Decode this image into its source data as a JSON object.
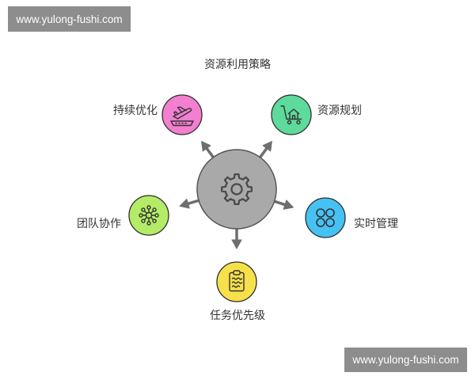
{
  "watermarks": {
    "top_left": "www.yulong-fushi.com",
    "bottom_right": "www.yulong-fushi.com"
  },
  "diagram": {
    "title": "资源利用策略",
    "center": {
      "icon": "gear-icon",
      "color": "#a9a9a9"
    },
    "nodes": [
      {
        "label": "持续优化",
        "icon": "plane-takeoff-icon",
        "color": "#f27fcf"
      },
      {
        "label": "资源规划",
        "icon": "house-cart-icon",
        "color": "#5edb9c"
      },
      {
        "label": "实时管理",
        "icon": "four-circles-icon",
        "color": "#46c1f4"
      },
      {
        "label": "任务优先级",
        "icon": "clipboard-icon",
        "color": "#f6e14b"
      },
      {
        "label": "团队协作",
        "icon": "network-hub-icon",
        "color": "#b4eb67"
      }
    ]
  }
}
